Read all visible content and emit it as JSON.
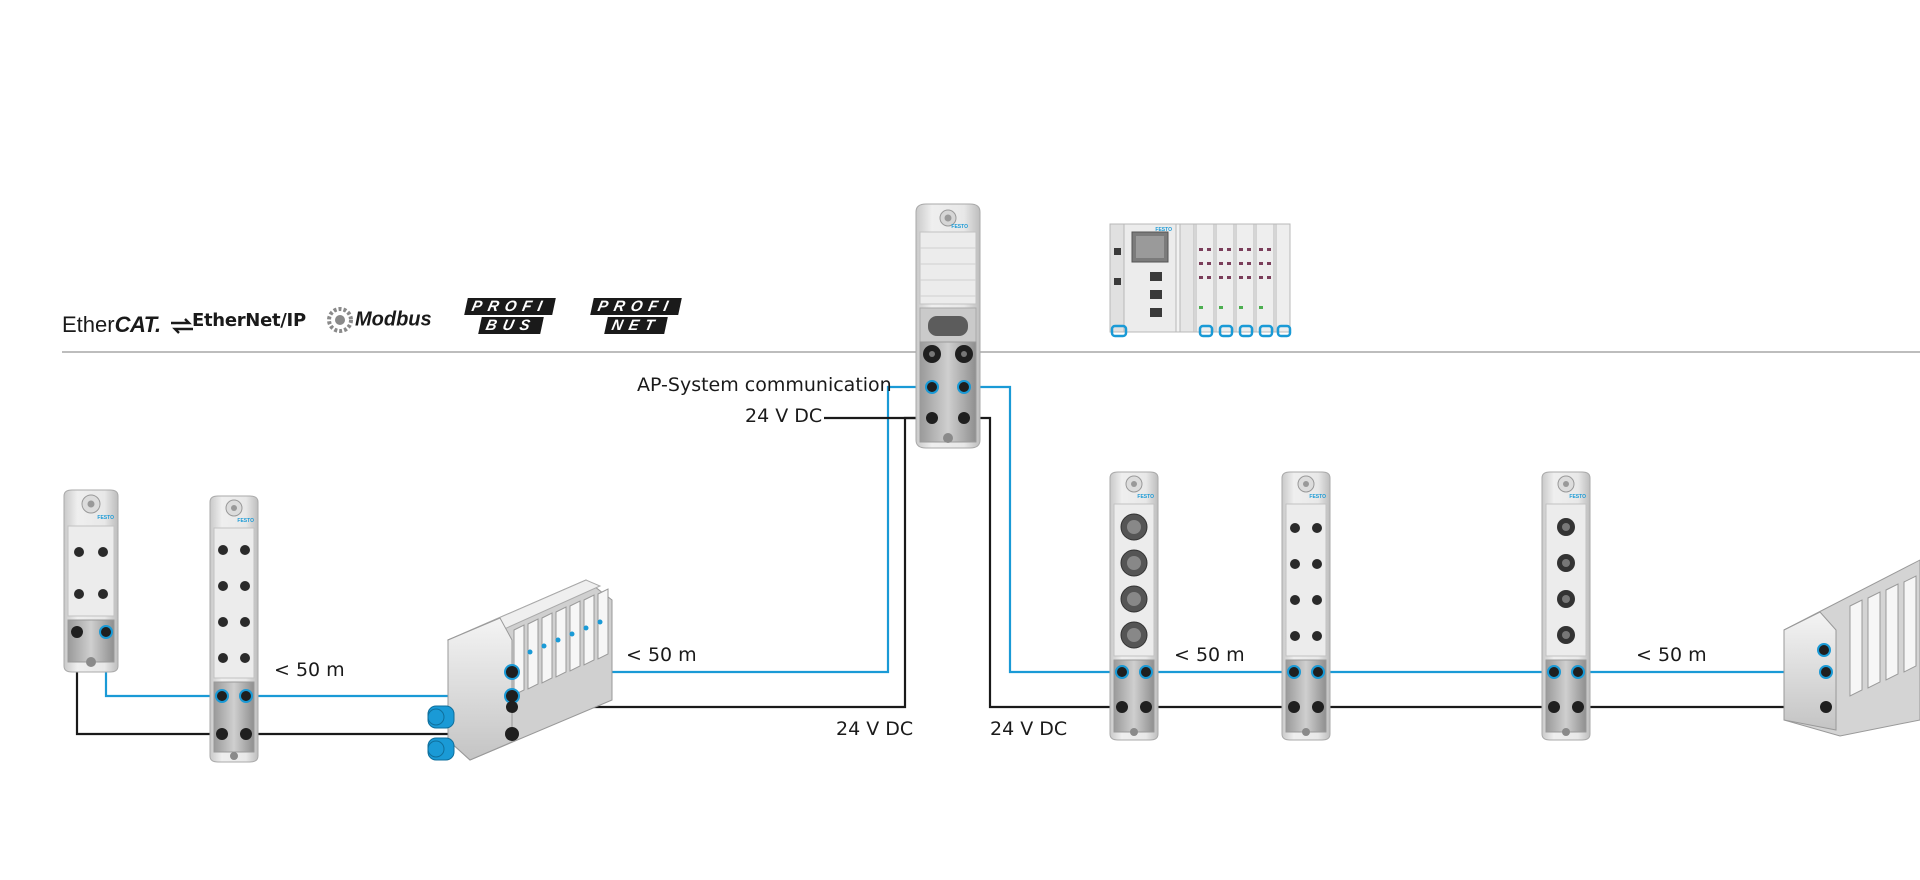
{
  "logos": {
    "ethercat_prefix": "Ether",
    "ethercat_suffix": "CAT.",
    "ethernetip": "EtherNet/IP",
    "modbus": "Modbus",
    "profibus_top": "PROFI",
    "profibus_bottom": "BUS",
    "profinet_top": "PROFI",
    "profinet_bottom": "NET"
  },
  "labels": {
    "ap_system": "AP-System communication",
    "dc_top": "24 V DC",
    "dc_bottom_left": "24 V DC",
    "dc_bottom_right": "24 V DC",
    "dist_1": "< 50 m",
    "dist_2": "< 50 m",
    "dist_3": "< 50 m",
    "dist_4": "< 50 m"
  },
  "device_brand": "FESTO",
  "colors": {
    "communication_line": "#1a9ad6",
    "power_line": "#1a1a1a",
    "device_body": "#dedede",
    "accent": "#1a9ad6"
  }
}
